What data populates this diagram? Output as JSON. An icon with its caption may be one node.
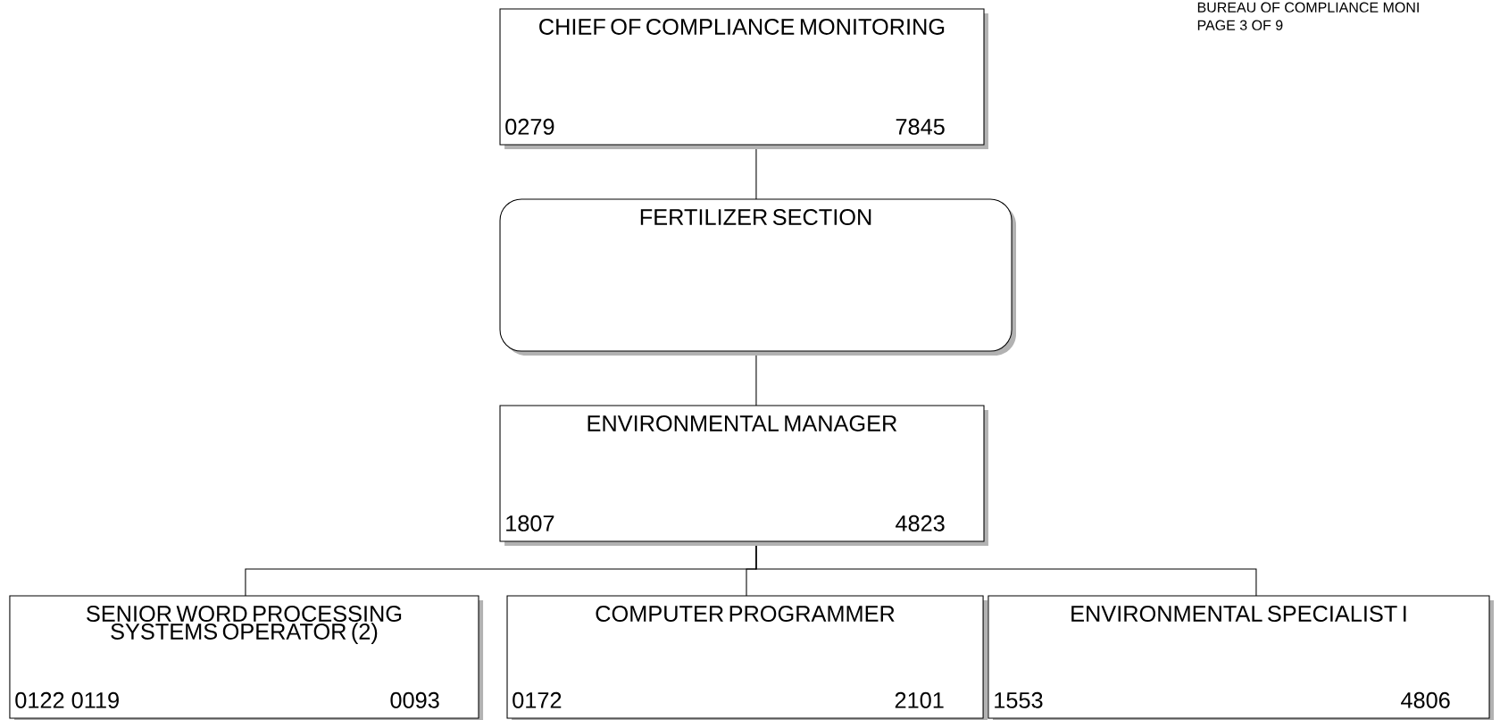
{
  "diagram": {
    "nodes": [
      {
        "text": [
          "CHIEF OF COMPLIANCE MONITORING",
          "0279",
          "7845"
        ]
      },
      {
        "text": [
          "FERTILIZER SECTION"
        ]
      },
      {
        "text": [
          "ENVIRONMENTAL MANAGER",
          "1807",
          "4823"
        ]
      },
      {
        "text": [
          "SENIOR WORD PROCESSING SYSTEMS OPERATOR (2)",
          "0122 0119",
          "0093"
        ]
      },
      {
        "text": [
          "COMPUTER PROGRAMMER",
          "0172",
          "2101"
        ]
      },
      {
        "text": [
          "ENVIRONMENTAL SPECIALIST I",
          "1553",
          "4806"
        ]
      }
    ],
    "edges": [
      {
        "from": 0,
        "to": 1,
        "arrow": "none"
      },
      {
        "from": 1,
        "to": 2,
        "arrow": "none"
      },
      {
        "from": 2,
        "to": 3,
        "arrow": "none"
      },
      {
        "from": 2,
        "to": 4,
        "arrow": "none"
      },
      {
        "from": 2,
        "to": 5,
        "arrow": "none"
      }
    ],
    "labels": [
      "BUREAU OF COMPLIANCE MONI",
      "PAGE 3 OF 9"
    ]
  }
}
